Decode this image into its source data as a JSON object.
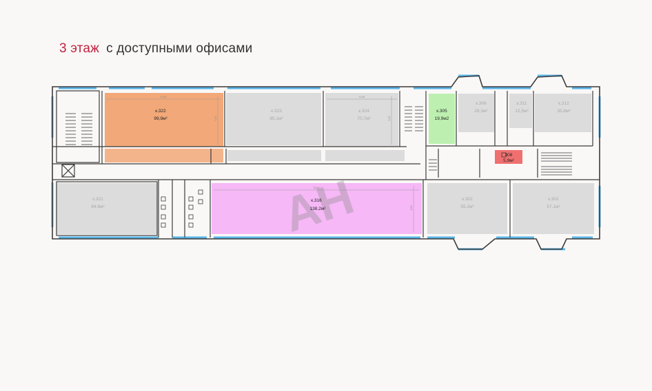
{
  "title": {
    "floor": "3 этаж",
    "subtitle": "с доступными офисами"
  },
  "watermark": "АН",
  "colors": {
    "wall": "#3a3a3a",
    "window": "#5ab4e6",
    "room_gray": "#dcdcdc",
    "available_orange": "#f2a878",
    "available_pink": "#f6b8f6",
    "available_green": "#bdf0b0",
    "available_red": "#f07070",
    "accent": "#c0213e"
  },
  "rooms": [
    {
      "id": "322",
      "number": "к.322",
      "area": "99,9м²",
      "status": "available",
      "color": "orange",
      "dims": [
        "11,60",
        "6,15"
      ]
    },
    {
      "id": "323",
      "number": "к.323",
      "area": "85,1м²",
      "status": "occupied"
    },
    {
      "id": "324",
      "number": "к.324",
      "area": "70,7м²",
      "status": "occupied",
      "dims": [
        "11,60",
        "6,15"
      ]
    },
    {
      "id": "305",
      "number": "к.305",
      "area": "19,9м2",
      "status": "available",
      "color": "green"
    },
    {
      "id": "306",
      "number": "к.306",
      "area": "26,3м²",
      "status": "occupied"
    },
    {
      "id": "311",
      "number": "к.311",
      "area": "12,5м²",
      "status": "occupied"
    },
    {
      "id": "312",
      "number": "к.312",
      "area": "35,8м²",
      "status": "occupied"
    },
    {
      "id": "308",
      "number": "308",
      "area": "5,9м²",
      "status": "available",
      "color": "red"
    },
    {
      "id": "321",
      "number": "к.321",
      "area": "84,9м²",
      "status": "occupied"
    },
    {
      "id": "316",
      "number": "к.316",
      "area": "138,2м²",
      "status": "available",
      "color": "pink",
      "dims": [
        "18,60",
        "6,53"
      ]
    },
    {
      "id": "302",
      "number": "к.302",
      "area": "55,2м²",
      "status": "occupied"
    },
    {
      "id": "301",
      "number": "к.301",
      "area": "57,1м²",
      "status": "occupied"
    }
  ]
}
